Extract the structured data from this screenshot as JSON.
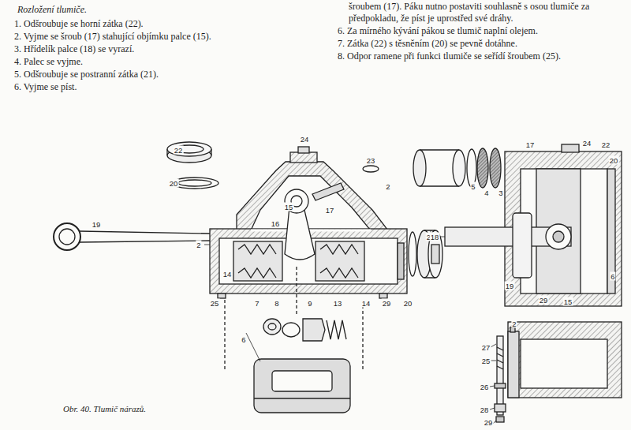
{
  "diagram": {
    "title": "Rozložení tlumiče.",
    "caption": "Obr. 40. Tlumič nárazů.",
    "labels": [
      "1. Odšroubuje se horní zátka (22).",
      "2. Vyjme se šroub (17) stahující objímku palce (15).",
      "3. Hřídelík palce (18) se vyrazí.",
      "4. Palec se vyjme.",
      "5. Odšroubuje se postranní zátka (21).",
      "6. Vyjme se píst.",
      "šroubem (17). Páku nutno postaviti souhlasně s osou tlumiče za předpokladu, že píst je uprostřed své dráhy.",
      "6. Za mírného kývání pákou se tlumič naplní olejem.",
      "7. Zátka (22) s těsněním (20) se pevně dotáhne.",
      "8. Odpor ramene při funkci tlumiče se seřídí šroubem (25).",
      "22",
      "24",
      "23",
      "20",
      "2",
      "15",
      "17",
      "16",
      "19",
      "2",
      "14",
      "25",
      "7",
      "8",
      "9",
      "13",
      "14",
      "29",
      "20",
      "21",
      "6",
      "17",
      "24",
      "22",
      "20",
      "5",
      "4",
      "3",
      "18",
      "19",
      "29",
      "6",
      "15",
      "2",
      "27",
      "25",
      "26",
      "28",
      "29"
    ]
  }
}
